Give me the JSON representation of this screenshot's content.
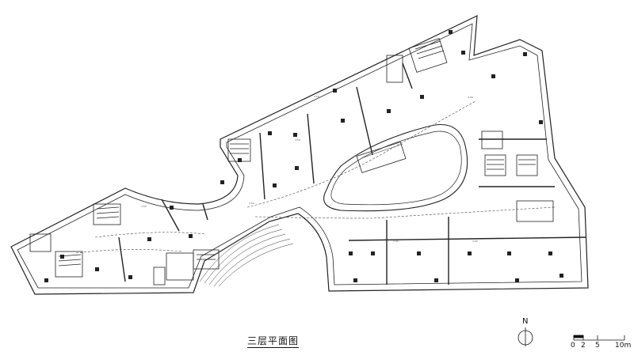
{
  "drawing": {
    "title": "三层平面图",
    "north_label": "N",
    "scale_bar": {
      "ticks": [
        "0",
        "2",
        "5",
        "10m"
      ]
    }
  }
}
